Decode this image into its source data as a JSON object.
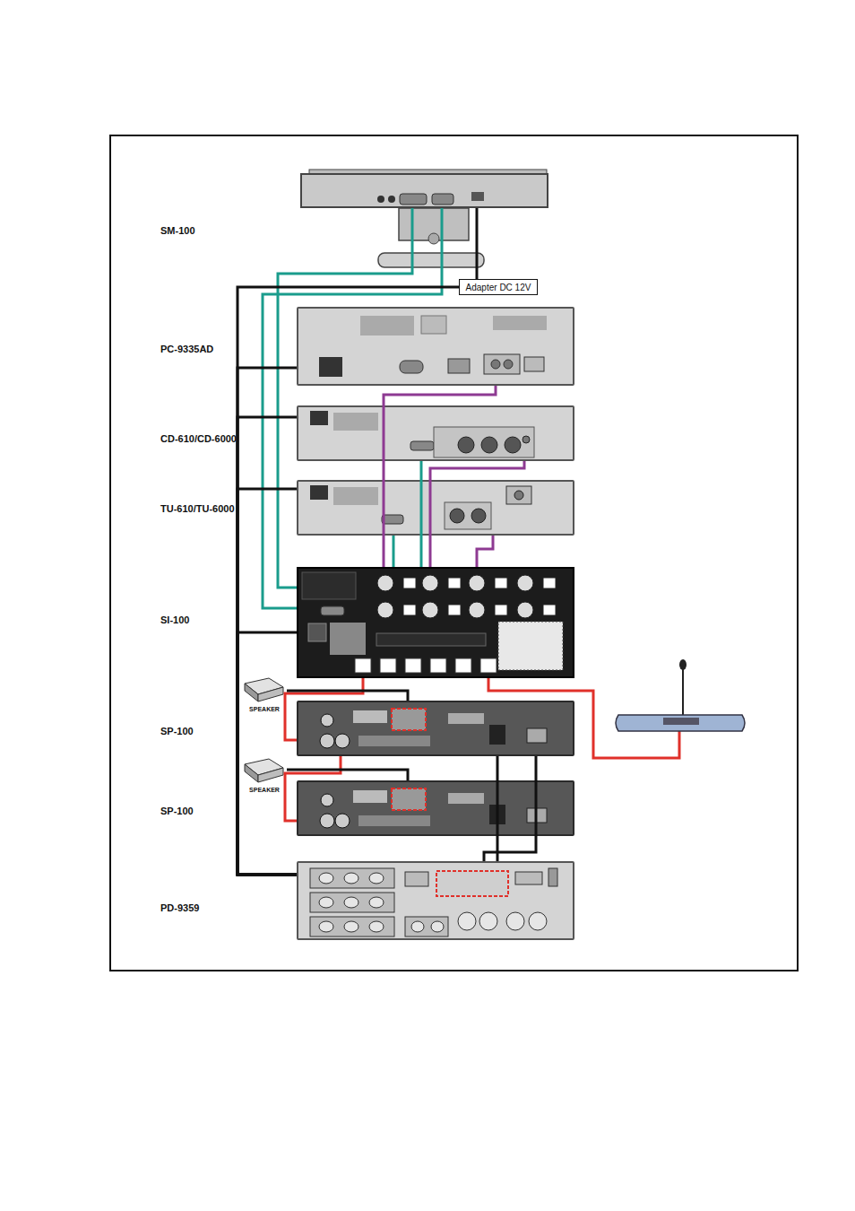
{
  "diagram": {
    "nodes": [
      {
        "text": [
          "SM-100"
        ]
      },
      {
        "text": [
          "Adapter DC 12V"
        ]
      },
      {
        "text": [
          "PC-9335AD"
        ]
      },
      {
        "text": [
          "CD-610/CD-6000"
        ]
      },
      {
        "text": [
          "TU-610/TU-6000"
        ]
      },
      {
        "text": [
          "SI-100"
        ]
      },
      {
        "text": [
          "SPEAKER"
        ]
      },
      {
        "text": [
          "SP-100"
        ]
      },
      {
        "text": [
          "SPEAKER"
        ]
      },
      {
        "text": [
          "SP-100"
        ]
      },
      {
        "text": [
          "PD-9359"
        ]
      }
    ],
    "edges": [
      {
        "from": 0,
        "to": 1,
        "arrow": "none"
      },
      {
        "from": 0,
        "to": 5,
        "arrow": "none"
      },
      {
        "from": 0,
        "to": 5,
        "arrow": "none"
      },
      {
        "from": 10,
        "to": 1,
        "arrow": "none"
      },
      {
        "from": 10,
        "to": 2,
        "arrow": "none"
      },
      {
        "from": 10,
        "to": 3,
        "arrow": "none"
      },
      {
        "from": 10,
        "to": 4,
        "arrow": "none"
      },
      {
        "from": 10,
        "to": 5,
        "arrow": "none"
      },
      {
        "from": 2,
        "to": 5,
        "arrow": "none"
      },
      {
        "from": 3,
        "to": 5,
        "arrow": "none"
      },
      {
        "from": 3,
        "to": 5,
        "arrow": "none"
      },
      {
        "from": 4,
        "to": 5,
        "arrow": "none"
      },
      {
        "from": 4,
        "to": 5,
        "arrow": "none"
      },
      {
        "from": 5,
        "to": 7,
        "arrow": "none"
      },
      {
        "from": 7,
        "to": 9,
        "arrow": "none"
      },
      {
        "from": 6,
        "to": 7,
        "arrow": "none"
      },
      {
        "from": 8,
        "to": 9,
        "arrow": "none"
      },
      {
        "from": 7,
        "to": 10,
        "arrow": "none"
      },
      {
        "from": 7,
        "to": 10,
        "arrow": "none"
      }
    ]
  }
}
